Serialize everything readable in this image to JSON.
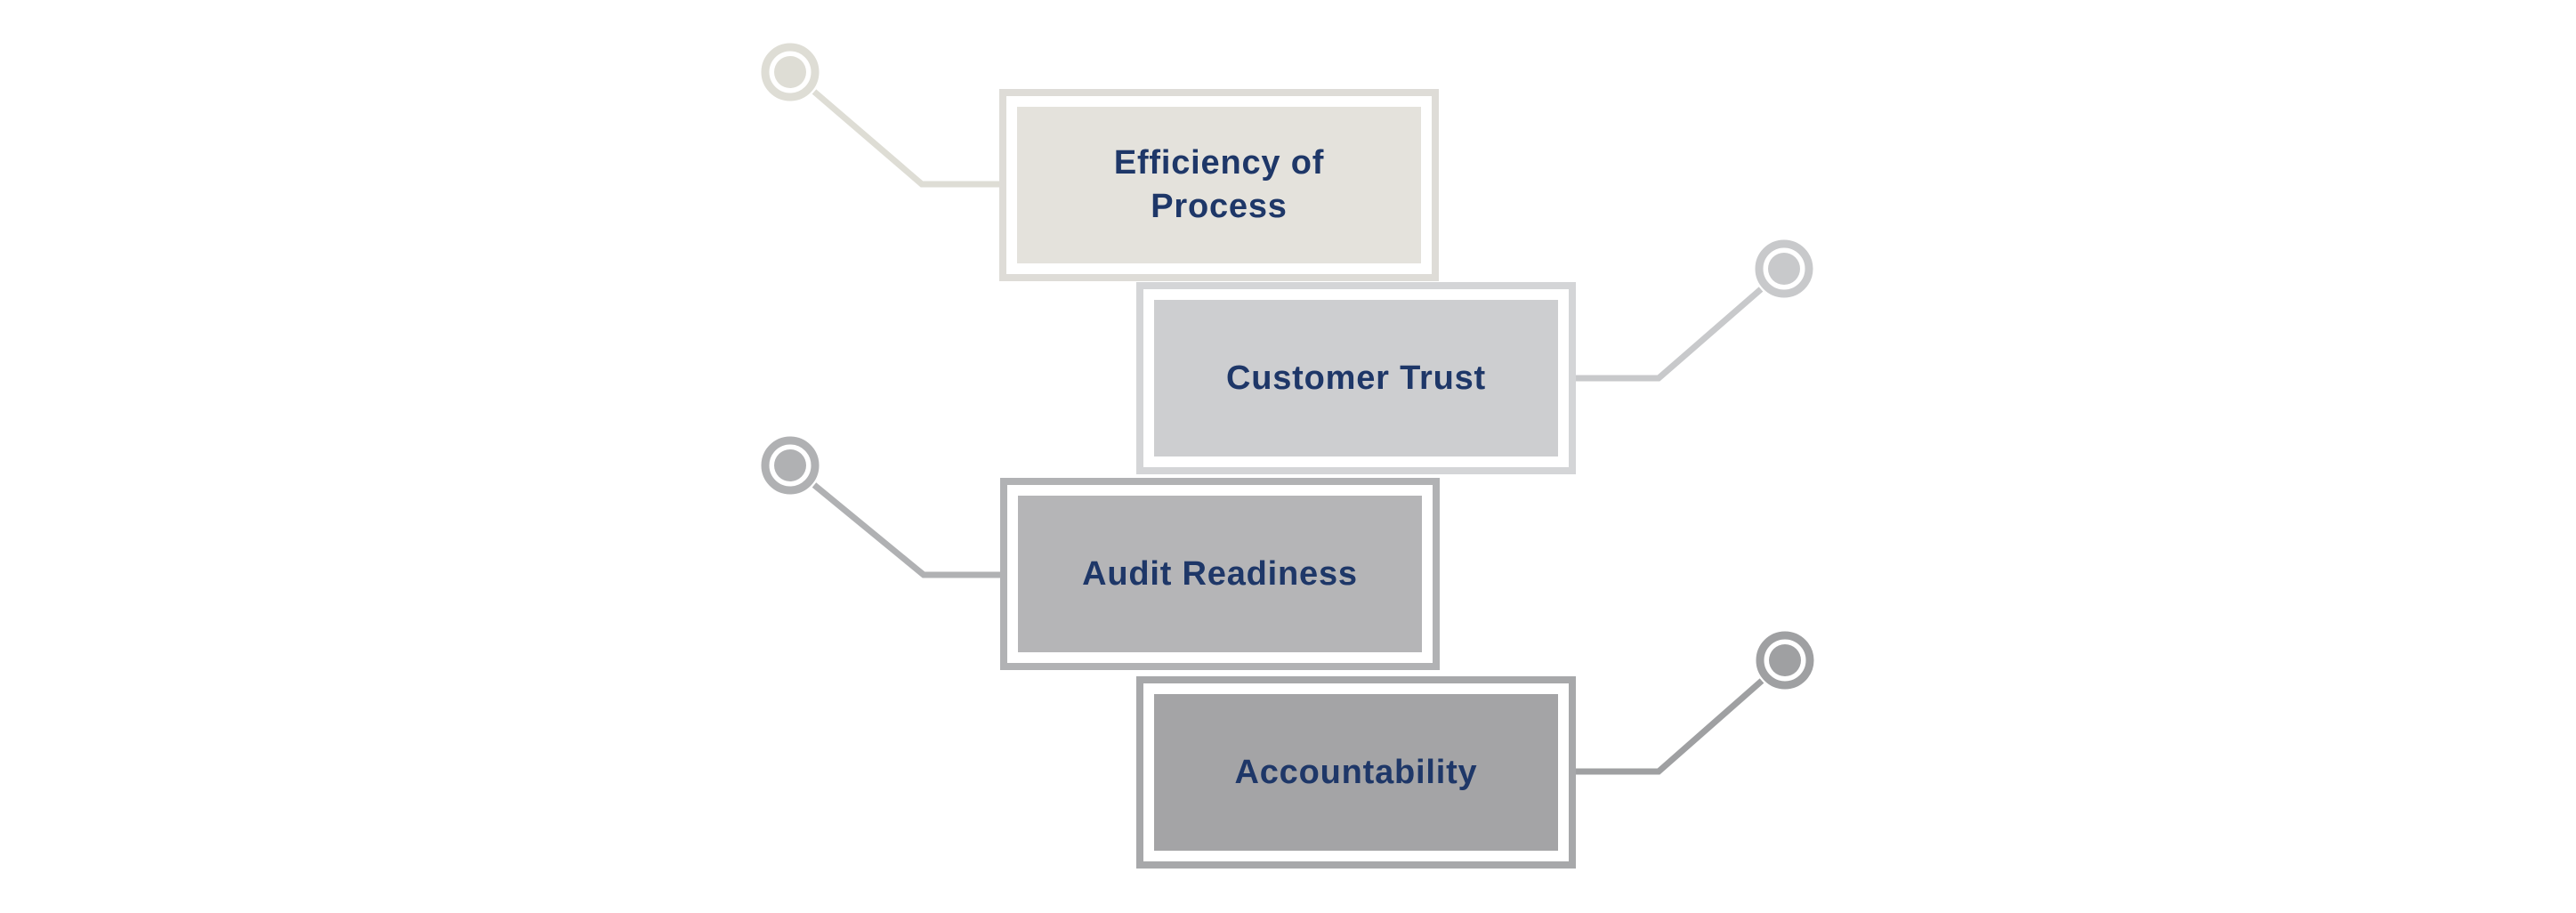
{
  "canvas": {
    "background_color": "#ffffff",
    "text_color": "#1e3768"
  },
  "bands": [
    {
      "label": "Efficiency of Process",
      "side": "left",
      "fill_color": "#e4e2dc",
      "border_color": "#dedcd7",
      "connector_color": "#deddd5"
    },
    {
      "label": "Customer Trust",
      "side": "right",
      "fill_color": "#cdced0",
      "border_color": "#d4d5d7",
      "connector_color": "#c8c9cb"
    },
    {
      "label": "Audit Readiness",
      "side": "left",
      "fill_color": "#b5b5b7",
      "border_color": "#b1b2b4",
      "connector_color": "#b0b1b3"
    },
    {
      "label": "Accountability",
      "side": "right",
      "fill_color": "#a4a4a6",
      "border_color": "#a7a8aa",
      "connector_color": "#9fa0a2"
    }
  ]
}
